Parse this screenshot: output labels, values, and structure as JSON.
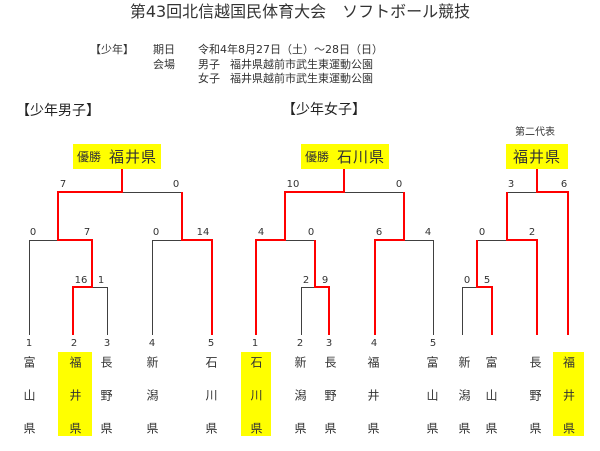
{
  "title": "第43回北信越国民体育大会　ソフトボール競技",
  "info": {
    "category": "【少年】",
    "date_label": "期日",
    "date_value": "令和4年8月27日（土）～28日（日）",
    "venue_label": "会場",
    "venues": [
      {
        "label": "男子",
        "place": "福井県越前市武生東運動公園"
      },
      {
        "label": "女子",
        "place": "福井県越前市武生東運動公園"
      }
    ]
  },
  "colors": {
    "winner_line": "#ff0000",
    "line": "#404040",
    "highlight": "#ffff00"
  },
  "brackets": {
    "boys": {
      "heading": "【少年男子】",
      "champion": {
        "label": "優勝",
        "team": "福井県"
      },
      "scores": {
        "final": [
          "7",
          "0"
        ],
        "semi_left": [
          "0",
          "7"
        ],
        "semi_right": [
          "0",
          "14"
        ],
        "first_round": [
          "16",
          "1"
        ]
      },
      "seeds": [
        "1",
        "2",
        "3",
        "4",
        "5"
      ],
      "teams": [
        "富山県",
        "福井県",
        "長野県",
        "新潟県",
        "石川県"
      ],
      "winner_index": 1
    },
    "girls": {
      "heading": "【少年女子】",
      "champion": {
        "label": "優勝",
        "team": "石川県"
      },
      "scores": {
        "final": [
          "10",
          "0"
        ],
        "semi_left": [
          "4",
          "0"
        ],
        "semi_right": [
          "6",
          "4"
        ],
        "first_round": [
          "2",
          "9"
        ]
      },
      "seeds": [
        "1",
        "2",
        "3",
        "4",
        "5"
      ],
      "teams": [
        "石川県",
        "新潟県",
        "長野県",
        "福井県",
        "富山県"
      ],
      "winner_index": 0
    },
    "second_rep": {
      "subtitle": "第二代表",
      "champion": {
        "team": "福井県"
      },
      "scores": {
        "final": [
          "3",
          "6"
        ],
        "semi": [
          "0",
          "2"
        ],
        "first_round": [
          "0",
          "5"
        ]
      },
      "teams": [
        "新潟県",
        "富山県",
        "長野県",
        "福井県"
      ],
      "winner_index": 3
    }
  }
}
